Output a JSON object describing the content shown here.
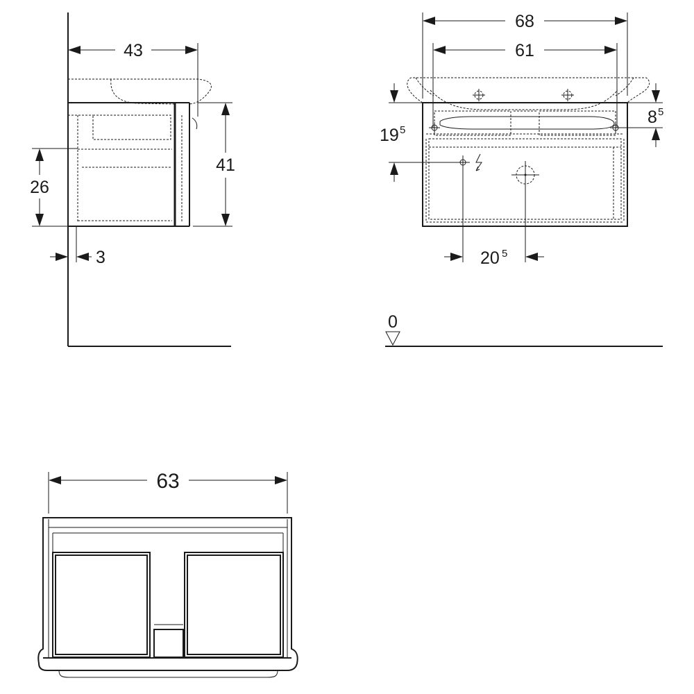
{
  "side_view": {
    "width_label": "43",
    "height_label": "41",
    "drawer_label": "26",
    "offset_label": "3"
  },
  "front_view": {
    "width_outer_label": "68",
    "width_inner_label": "61",
    "left_height_main": "19",
    "left_height_sup": "5",
    "right_height_main": "8",
    "right_height_sup": "5",
    "spacing_main": "20",
    "spacing_sup": "5",
    "floor_label": "0"
  },
  "top_view": {
    "width_label": "63"
  }
}
